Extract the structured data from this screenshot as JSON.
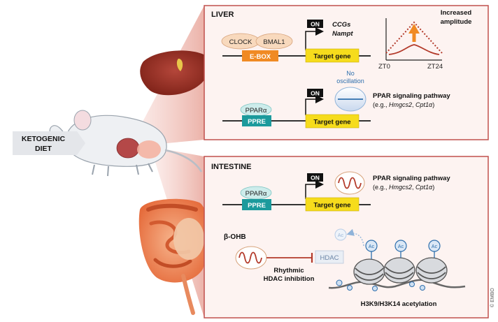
{
  "left": {
    "diet_label_line1": "KETOGENIC",
    "diet_label_line2": "DIET"
  },
  "liver_panel": {
    "title": "LIVER",
    "clock": "CLOCK",
    "bmal1": "BMAL1",
    "ebox": "E-BOX",
    "on": "ON",
    "target_gene": "Target gene",
    "ccgs": "CCGs",
    "nampt": "Nampt",
    "increased": "Increased",
    "amplitude": "amplitude",
    "zt0": "ZT0",
    "zt24": "ZT24",
    "ppar_alpha": "PPARα",
    "ppre": "PPRE",
    "on2": "ON",
    "target_gene2": "Target gene",
    "no": "No",
    "oscillation": "oscillation",
    "ppar_pathway": "PPAR signaling pathway",
    "eg_prefix": "(e.g., ",
    "eg_gene1": "Hmgcs2",
    "eg_sep": ", ",
    "eg_gene2": "Cpt1α",
    "eg_suffix": ")"
  },
  "intestine_panel": {
    "title": "INTESTINE",
    "ppar_alpha": "PPARα",
    "ppre": "PPRE",
    "on": "ON",
    "target_gene": "Target gene",
    "ppar_pathway": "PPAR signaling pathway",
    "eg_prefix": "(e.g., ",
    "eg_gene1": "Hmgcs2",
    "eg_sep": ", ",
    "eg_gene2": "Cpt1α",
    "eg_suffix": ")",
    "bohb": "β-OHB",
    "rhythmic": "Rhythmic",
    "hdac_inhibition": "HDAC inhibition",
    "hdac": "HDAC",
    "ac": "Ac",
    "acetylation": "H3K9/H3K14 acetylation"
  },
  "copyright": "© EMBO",
  "colors": {
    "panel_border": "#c0504d",
    "panel_fill": "#fdf3f1",
    "orange_box": "#f08a24",
    "teal_box": "#1b9a9c",
    "yellow_box": "#f6dc1c",
    "clock_oval": "#f8d9bd",
    "ppar_oval": "#cdeceb",
    "curve_red": "#b33a2a",
    "histone_blue": "#2e6fad"
  }
}
